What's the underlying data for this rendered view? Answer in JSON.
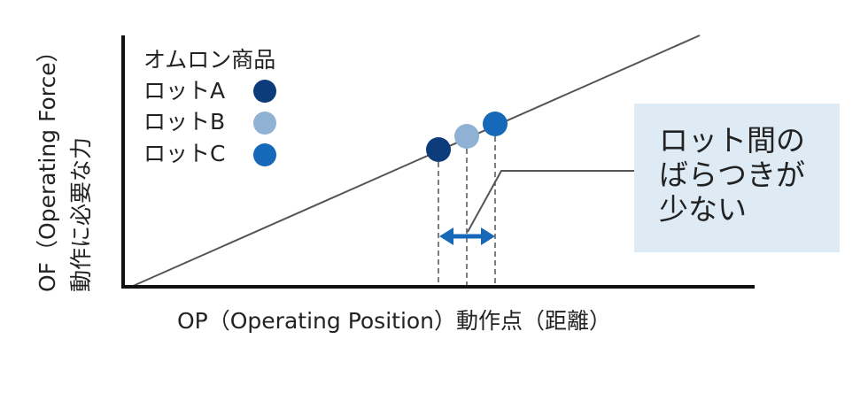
{
  "diagram": {
    "y_axis_title_line1": "OF（Operating Force）",
    "y_axis_title_line2": "動作に必要な力",
    "x_axis_title": "OP（Operating Position）動作点（距離）",
    "legend": {
      "title": "オムロン商品",
      "items": [
        {
          "label": "ロットA",
          "color": "#0d3c7a"
        },
        {
          "label": "ロットB",
          "color": "#8fb2d4"
        },
        {
          "label": "ロットC",
          "color": "#1668b8"
        }
      ]
    },
    "callout": {
      "lines": [
        "ロット間の",
        "ばらつきが",
        "少ない"
      ],
      "background": "#deeaf4"
    },
    "colors": {
      "axis": "#111111",
      "trend_line": "#555555",
      "arrow": "#1668b8",
      "dashed": "#555555"
    },
    "icons": {
      "range_arrow": "double-headed-arrow-icon"
    }
  }
}
